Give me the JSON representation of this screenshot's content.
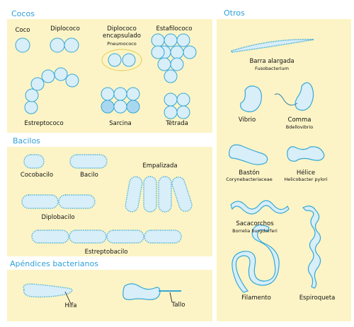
{
  "sections": {
    "cocos": "Cocos",
    "bacilos": "Bacilos",
    "apendices": "Apéndices bacterianos",
    "otros": "Otros"
  },
  "cocos": {
    "coco": "Coco",
    "diplococo": "Diplococo",
    "diplococo_encapsulado_line1": "Diplococo",
    "diplococo_encapsulado_line2": "encapsulado",
    "pneumococo": "Pneumococo",
    "estafilococo": "Estafilococo",
    "estreptococo": "Estreptococo",
    "sarcina": "Sarcina",
    "tetrada": "Tétrada"
  },
  "bacilos": {
    "cocobacilo": "Cocobacilo",
    "bacilo": "Bacilo",
    "empalizada": "Empalizada",
    "diplobacilo": "Diplobacilo",
    "estreptobacilo": "Estreptobacilo"
  },
  "apendices": {
    "hifa": "Hifa",
    "tallo": "Tallo"
  },
  "otros": {
    "barra_alargada": "Barra alargada",
    "fusobacterium": "Fusobacterium",
    "vibrio": "Vibrio",
    "comma": "Comma",
    "bdellovibrio": "Bdellovibrio",
    "baston": "Bastón",
    "corynebacteriaceae": "Corynebacteriaceae",
    "helice": "Hélice",
    "helicobacter": "Helicobacter pylori",
    "sacacorchos": "Sacacorchos",
    "borrelia": "Borrelia burgdorferi",
    "filamento": "Filamento",
    "espiroqueta": "Espiroqueta"
  },
  "colors": {
    "panel": "#fcf4c6",
    "heading": "#2f9fd8",
    "cell_fill": "#d8eef9",
    "cell_stroke": "#35a8d6"
  }
}
